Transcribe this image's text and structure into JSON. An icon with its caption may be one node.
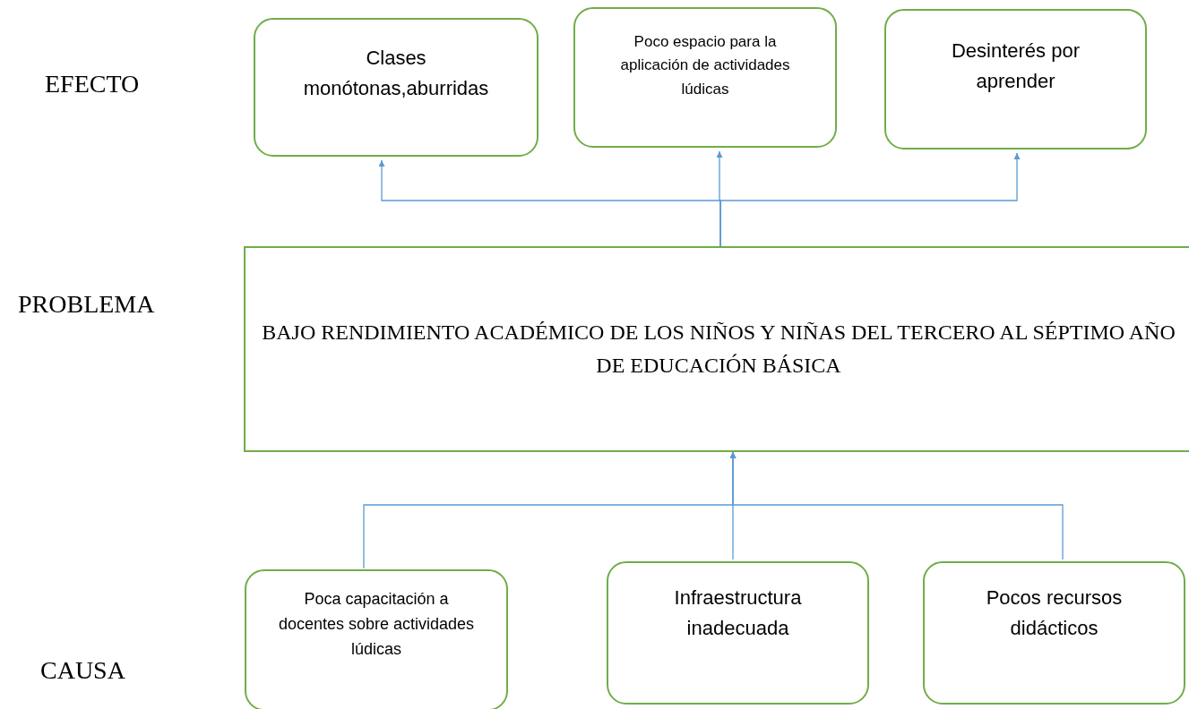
{
  "diagram": {
    "nodes": [
      {
        "text": [
          "Clases monótonas,aburridas"
        ]
      },
      {
        "text": [
          "Poco espacio para la aplicación de actividades lúdicas"
        ]
      },
      {
        "text": [
          "Desinterés por aprender"
        ]
      },
      {
        "text": [
          "BAJO RENDIMIENTO ACADÉMICO DE LOS NIÑOS Y NIÑAS DEL TERCERO AL SÉPTIMO AÑO DE EDUCACIÓN BÁSICA"
        ]
      },
      {
        "text": [
          "Poca capacitación a docentes sobre actividades lúdicas"
        ]
      },
      {
        "text": [
          "Infraestructura inadecuada"
        ]
      },
      {
        "text": [
          "Pocos recursos didácticos"
        ]
      }
    ],
    "edges": [
      {
        "from": 3,
        "to": 0,
        "arrow": "to"
      },
      {
        "from": 3,
        "to": 1,
        "arrow": "to"
      },
      {
        "from": 3,
        "to": 2,
        "arrow": "to"
      },
      {
        "from": 4,
        "to": 3,
        "arrow": "to"
      },
      {
        "from": 5,
        "to": 3,
        "arrow": "to"
      },
      {
        "from": 6,
        "to": 3,
        "arrow": "to"
      }
    ],
    "labels": [
      "EFECTO",
      "PROBLEMA",
      "CAUSA"
    ]
  }
}
